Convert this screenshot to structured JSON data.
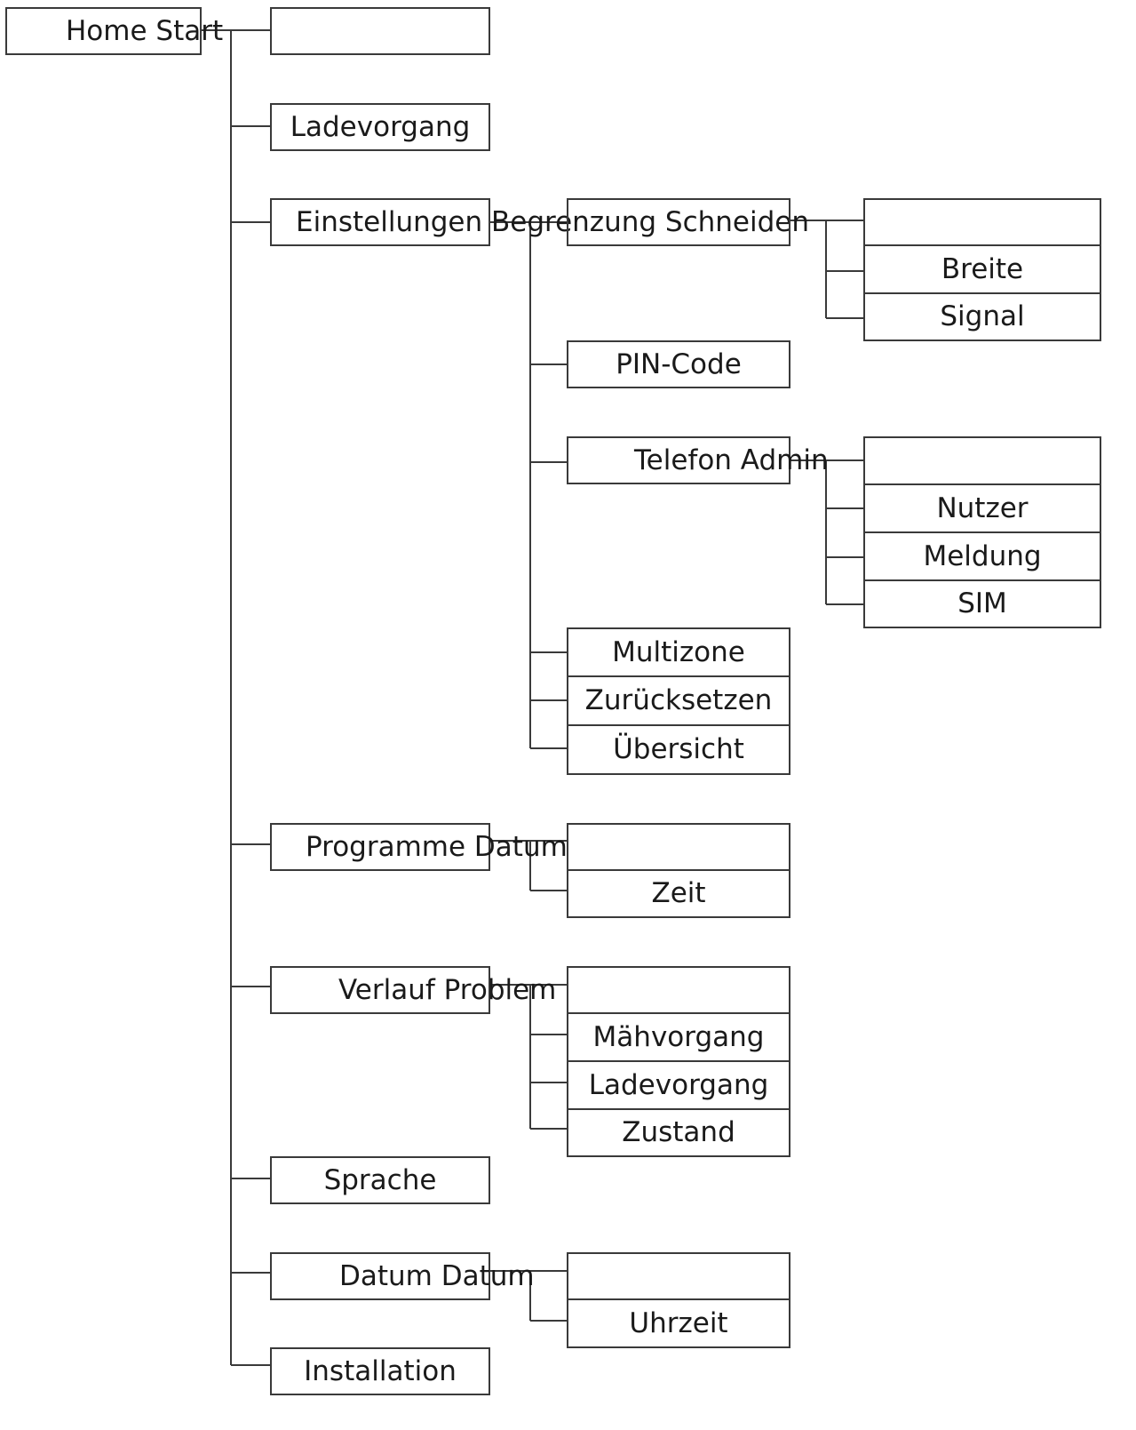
{
  "nodes": {
    "home": {
      "label": "Home Start"
    },
    "home_sub": {
      "label": ""
    },
    "ladevorgang": {
      "label": "Ladevorgang"
    },
    "einstellungen": {
      "label": "Einstellungen Begrenzung Schneiden"
    },
    "schneiden_blank": {
      "label": ""
    },
    "breite": {
      "label": "Breite"
    },
    "signal": {
      "label": "Signal"
    },
    "pin_code": {
      "label": "PIN-Code"
    },
    "telefon_admin": {
      "label": "Telefon Admin"
    },
    "admin_blank": {
      "label": ""
    },
    "nutzer": {
      "label": "Nutzer"
    },
    "meldung": {
      "label": "Meldung"
    },
    "sim": {
      "label": "SIM"
    },
    "multizone": {
      "label": "Multizone"
    },
    "zuruecksetzen": {
      "label": "Zurücksetzen"
    },
    "uebersicht": {
      "label": "Übersicht"
    },
    "programme_datum": {
      "label": "Programme Datum"
    },
    "datum_blank": {
      "label": ""
    },
    "zeit": {
      "label": "Zeit"
    },
    "verlauf_problem": {
      "label": "Verlauf Problem"
    },
    "problem_blank": {
      "label": ""
    },
    "maehvorgang": {
      "label": "Mähvorgang"
    },
    "ladevorgang_2": {
      "label": "Ladevorgang"
    },
    "zustand": {
      "label": "Zustand"
    },
    "sprache": {
      "label": "Sprache"
    },
    "datum_datum": {
      "label": "Datum Datum"
    },
    "datum2_blank": {
      "label": ""
    },
    "uhrzeit": {
      "label": "Uhrzeit"
    },
    "installation": {
      "label": "Installation"
    }
  }
}
